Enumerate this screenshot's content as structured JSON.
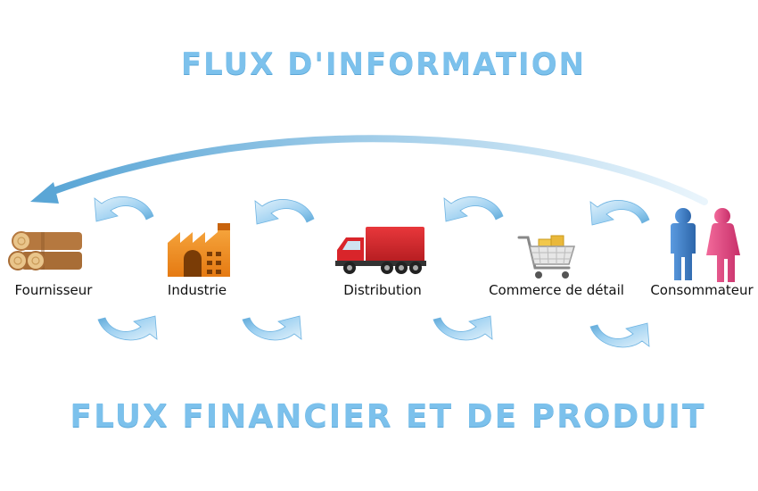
{
  "titles": {
    "top": "FLUX D'INFORMATION",
    "bottom": "FLUX FINANCIER ET DE PRODUIT"
  },
  "nodes": [
    {
      "id": "fournisseur",
      "label": "Fournisseur",
      "icon": "logs-icon"
    },
    {
      "id": "industrie",
      "label": "Industrie",
      "icon": "factory-icon"
    },
    {
      "id": "distribution",
      "label": "Distribution",
      "icon": "truck-icon"
    },
    {
      "id": "commerce",
      "label": "Commerce de détail",
      "icon": "shopping-cart-icon"
    },
    {
      "id": "consommateur",
      "label": "Consommateur",
      "icon": "people-icon"
    }
  ],
  "colors": {
    "title": "#7cc1ec",
    "arrow_light": "#cfe8f8",
    "arrow_dark": "#5aa6d6",
    "truck_red": "#d9252a",
    "factory_orange": "#f29122",
    "wood": "#b5783f",
    "male": "#3f7fc8",
    "female": "#e0457e"
  }
}
